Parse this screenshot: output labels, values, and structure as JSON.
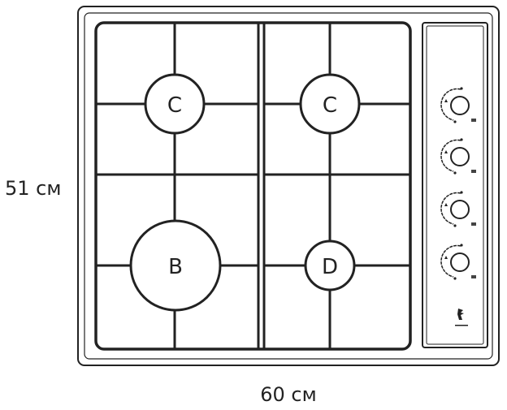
{
  "dimensions": {
    "depth": "51 см",
    "width": "60 см"
  },
  "burners": [
    {
      "label": "C",
      "position": "front-left-top"
    },
    {
      "label": "C",
      "position": "top-right"
    },
    {
      "label": "B",
      "position": "bottom-left"
    },
    {
      "label": "D",
      "position": "bottom-right"
    }
  ],
  "knob_count": 4,
  "logo": "brand-logo",
  "colors": {
    "line": "#222222",
    "background": "#ffffff"
  }
}
